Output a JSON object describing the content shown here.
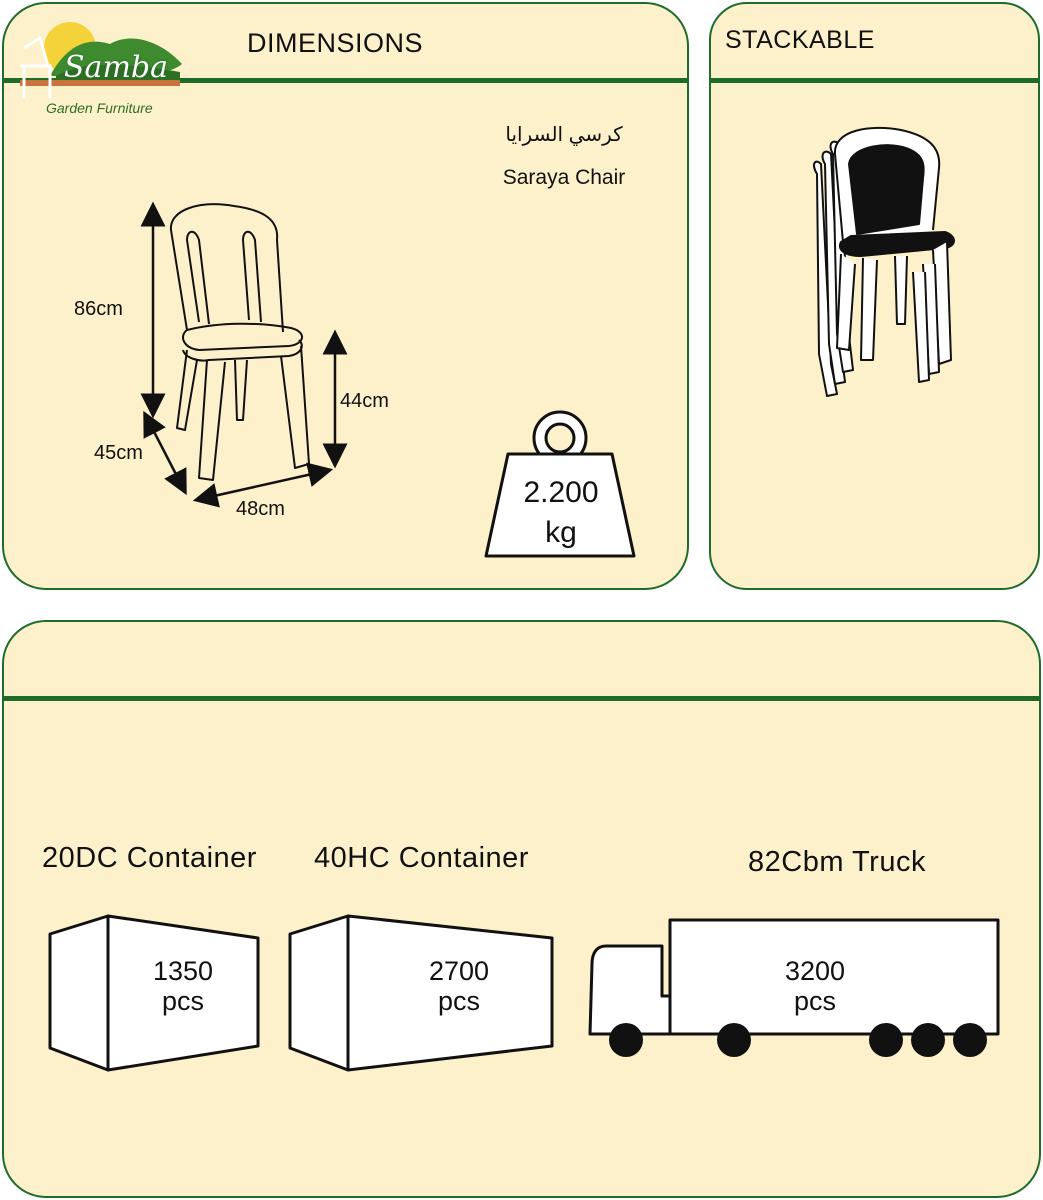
{
  "logo": {
    "name": "Samba",
    "tagline": "Garden Furniture"
  },
  "dimensions_panel": {
    "heading": "DIMENSIONS",
    "product_name_ar": "كرسي السرايا",
    "product_name_en": "Saraya Chair",
    "height_label": "86cm",
    "seat_height_label": "44cm",
    "depth_label": "45cm",
    "width_label": "48cm",
    "weight_value": "2.200",
    "weight_unit": "kg"
  },
  "stackable_panel": {
    "heading": "STACKABLE"
  },
  "loading_panel": {
    "containers": [
      {
        "title": "20DC Container",
        "quantity": "1350",
        "unit": "pcs"
      },
      {
        "title": "40HC Container",
        "quantity": "2700",
        "unit": "pcs"
      },
      {
        "title": "82Cbm Truck",
        "quantity": "3200",
        "unit": "pcs"
      }
    ]
  },
  "colors": {
    "panel_background": "#fdf1cb",
    "accent_green": "#1f6b2a",
    "ink": "#111111"
  }
}
